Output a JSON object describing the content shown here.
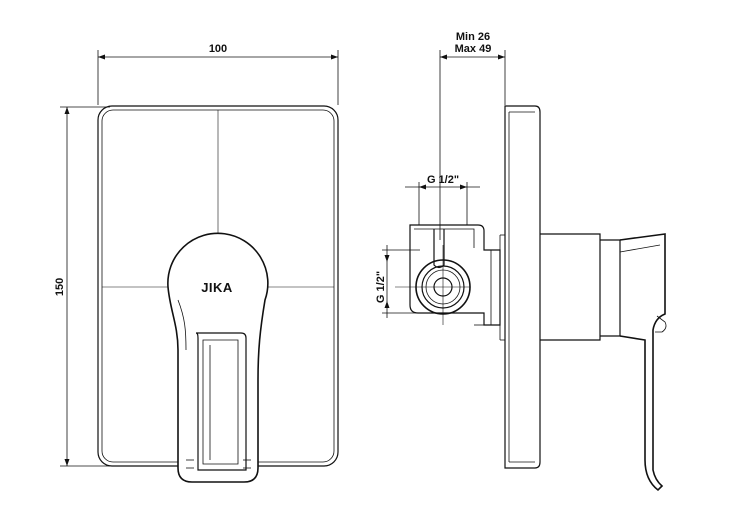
{
  "front_view": {
    "width_label": "100",
    "height_label": "150",
    "logo": "JIKA"
  },
  "side_view": {
    "depth_min_label": "Min 26",
    "depth_max_label": "Max 49",
    "thread_top_label": "G 1/2\"",
    "thread_side_label": "G 1/2\""
  }
}
